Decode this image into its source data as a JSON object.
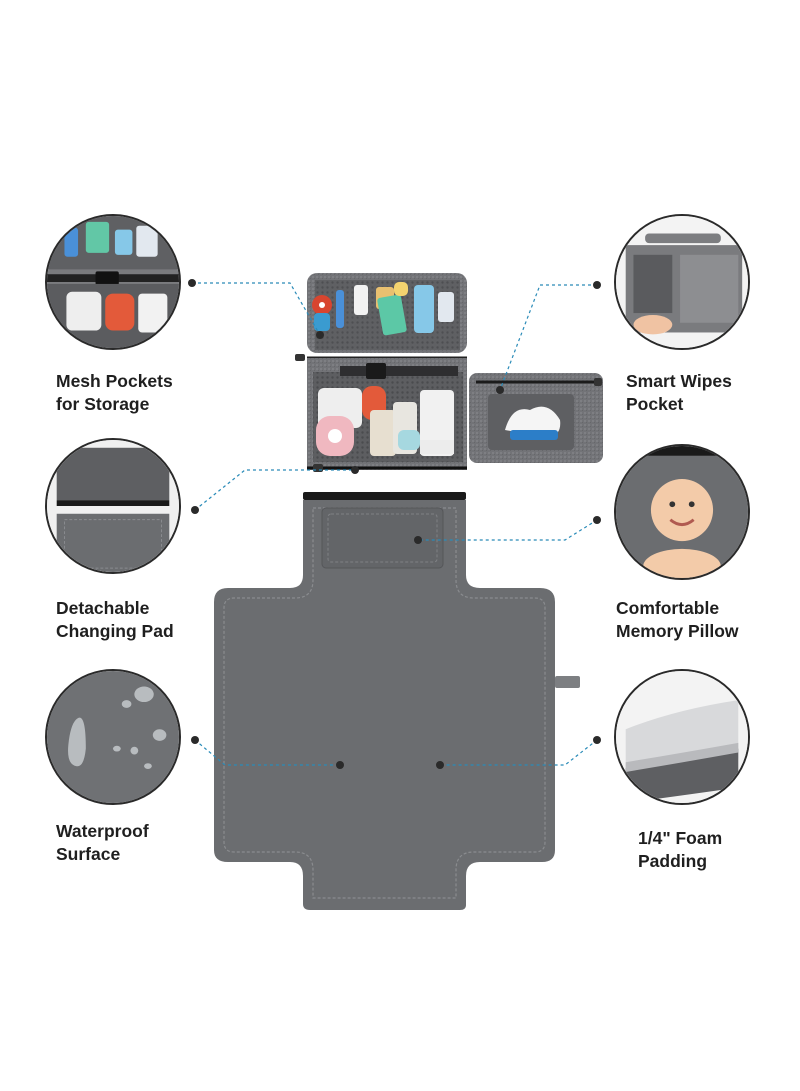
{
  "features": {
    "mesh": {
      "line1": "Mesh Pockets",
      "line2": "for Storage",
      "icon": "mesh-pocket-closeup"
    },
    "detachable": {
      "line1": "Detachable",
      "line2": "Changing Pad",
      "icon": "detachable-pad-closeup"
    },
    "waterproof": {
      "line1": "Waterproof",
      "line2": "Surface",
      "icon": "water-droplets-closeup"
    },
    "wipes": {
      "line1": "Smart Wipes",
      "line2": "Pocket",
      "icon": "wipes-pocket-closeup"
    },
    "pillow": {
      "line1": "Comfortable",
      "line2": "Memory Pillow",
      "icon": "baby-on-pillow-closeup"
    },
    "foam": {
      "line1": "1/4\" Foam",
      "line2": "Padding",
      "icon": "foam-layer-closeup"
    }
  },
  "colors": {
    "pad": "#6b6d70",
    "pad_stitch": "#8a8c8f",
    "fabric": "#7a7b7e",
    "leader": "#2a8bb8",
    "dot": "#2a2a2a"
  }
}
